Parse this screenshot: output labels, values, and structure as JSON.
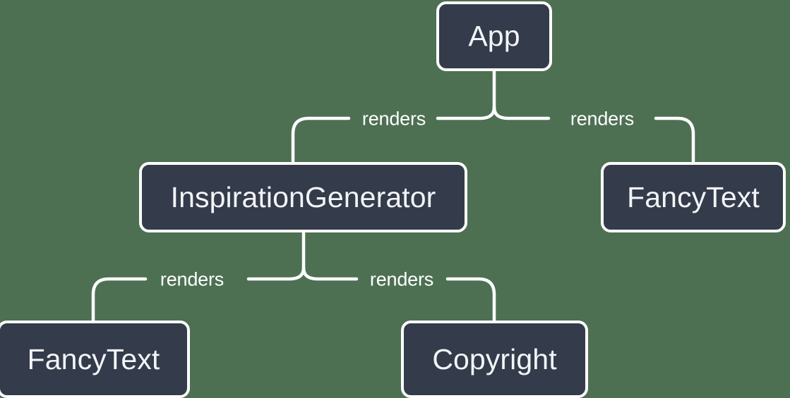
{
  "diagram": {
    "type": "component-tree",
    "background_color": "#4d7053",
    "node_fill_color": "#343b4a",
    "node_border_color": "#ffffff",
    "connector_color": "#ffffff",
    "label_color": "#ffffff",
    "nodes": [
      {
        "id": "app",
        "label": "App"
      },
      {
        "id": "inspiration",
        "label": "InspirationGenerator"
      },
      {
        "id": "fancytext_right",
        "label": "FancyText"
      },
      {
        "id": "fancytext_left",
        "label": "FancyText"
      },
      {
        "id": "copyright",
        "label": "Copyright"
      }
    ],
    "edges": [
      {
        "from": "app",
        "to": "inspiration",
        "label": "renders"
      },
      {
        "from": "app",
        "to": "fancytext_right",
        "label": "renders"
      },
      {
        "from": "inspiration",
        "to": "fancytext_left",
        "label": "renders"
      },
      {
        "from": "inspiration",
        "to": "copyright",
        "label": "renders"
      }
    ]
  }
}
